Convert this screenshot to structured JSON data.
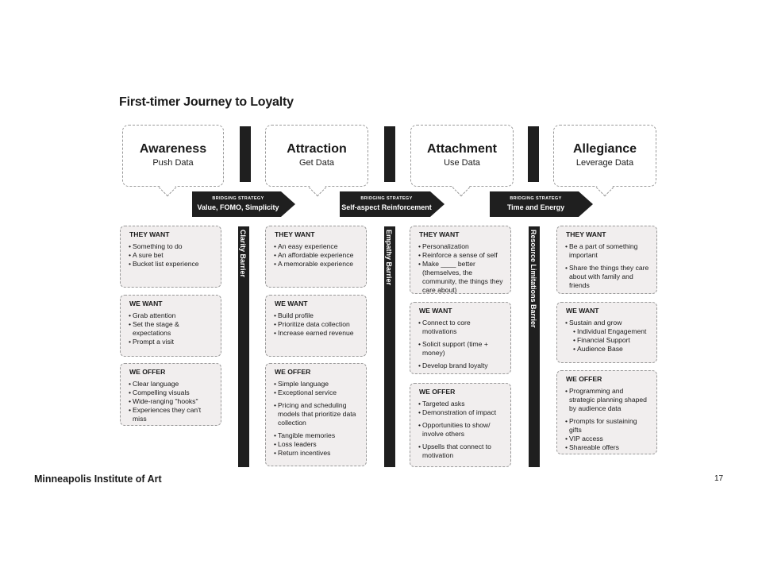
{
  "title": "First-timer Journey to Loyalty",
  "stages": [
    {
      "name": "Awareness",
      "sub": "Push Data"
    },
    {
      "name": "Attraction",
      "sub": "Get Data"
    },
    {
      "name": "Attachment",
      "sub": "Use Data"
    },
    {
      "name": "Allegiance",
      "sub": "Leverage Data"
    }
  ],
  "bridges": [
    {
      "label": "BRIDGING STRATEGY",
      "text": "Value, FOMO, Simplicity"
    },
    {
      "label": "BRIDGING STRATEGY",
      "text": "Self-aspect Reinforcement"
    },
    {
      "label": "BRIDGING STRATEGY",
      "text": "Time and Energy"
    }
  ],
  "barriers": [
    "Clarity Barrier",
    "Empathy Barrier",
    "Resource Limitations Barrier"
  ],
  "columns": [
    {
      "they_want": {
        "heading": "THEY WANT",
        "items": [
          "Something to do",
          "A sure bet",
          "Bucket list experience"
        ]
      },
      "we_want": {
        "heading": "WE WANT",
        "items": [
          "Grab attention",
          "Set the stage & expectations",
          "Prompt a visit"
        ]
      },
      "we_offer": {
        "heading": "WE OFFER",
        "items": [
          "Clear language",
          "Compelling visuals",
          "Wide-ranging \"hooks\"",
          "Experiences they can't miss"
        ]
      }
    },
    {
      "they_want": {
        "heading": "THEY WANT",
        "items": [
          "An easy experience",
          "An affordable experience",
          "A memorable experience"
        ]
      },
      "we_want": {
        "heading": "WE WANT",
        "items": [
          "Build profile",
          "Prioritize data collection",
          "Increase earned revenue"
        ]
      },
      "we_offer": {
        "heading": "WE OFFER",
        "items": [
          "Simple language",
          "Exceptional service",
          "Pricing and scheduling models that prioritize data collection",
          "Tangible memories",
          "Loss leaders",
          "Return incentives"
        ]
      }
    },
    {
      "they_want": {
        "heading": "THEY WANT",
        "items": [
          "Personalization",
          "Reinforce a sense of self",
          "Make ____ better (themselves, the community, the things they care about)"
        ]
      },
      "we_want": {
        "heading": "WE WANT",
        "items": [
          "Connect to core motivations",
          "Solicit support (time + money)",
          "Develop brand loyalty"
        ]
      },
      "we_offer": {
        "heading": "WE OFFER",
        "items": [
          "Targeted asks",
          "Demonstration of impact",
          "Opportunities to show/ involve others",
          "Upsells that connect to motivation"
        ]
      }
    },
    {
      "they_want": {
        "heading": "THEY WANT",
        "items": [
          "Be a part of something important",
          "Share the things they care about with family and friends"
        ]
      },
      "we_want": {
        "heading": "WE WANT",
        "items": [
          "Sustain and grow",
          "Individual Engagement",
          "Financial Support",
          "Audience Base"
        ]
      },
      "we_offer": {
        "heading": "WE OFFER",
        "items": [
          "Programming and strategic planning shaped by audience data",
          "Prompts for sustaining gifts",
          "VIP access",
          "Shareable offers"
        ]
      }
    }
  ],
  "footer": {
    "brand": "Minneapolis Institute of Art",
    "page": "17"
  }
}
